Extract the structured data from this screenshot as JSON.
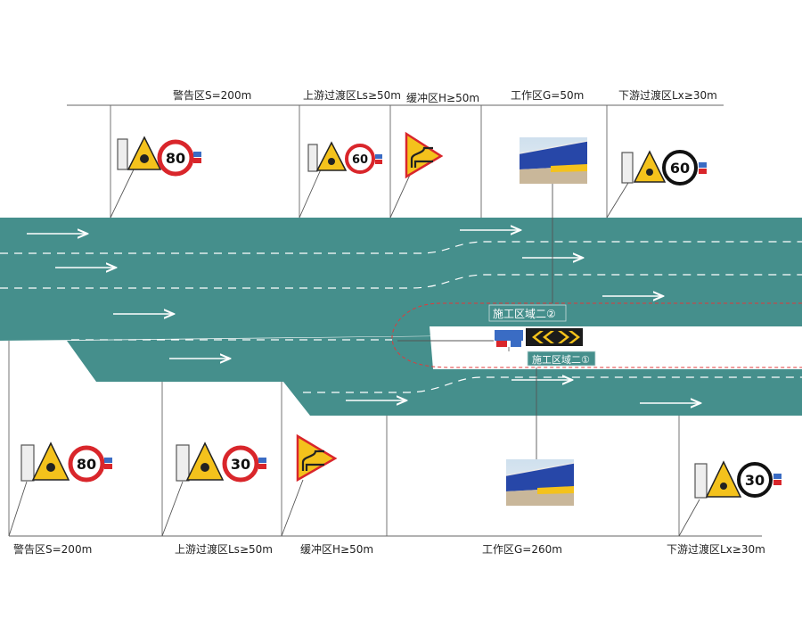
{
  "top_labels": [
    "警告区S=200m",
    "上游过渡区Ls≥50m",
    "缓冲区H≥50m",
    "工作区G=50m",
    "下游过渡区Lx≥30m"
  ],
  "bottom_labels": [
    "警告区S=200m",
    "上游过渡区Ls≥50m",
    "缓冲区H≥50m",
    "工作区G=260m",
    "下游过渡区Lx≥30m"
  ],
  "zones": {
    "zone2": "施工区域二②",
    "zone1": "施工区域二①"
  },
  "signs": {
    "top_speed_1": "80",
    "top_speed_2": "60",
    "top_end_speed": "60",
    "bottom_speed_1": "80",
    "bottom_speed_2": "30",
    "bottom_end_speed": "30"
  },
  "icons": {
    "speed_limit": "speed-limit-sign-icon",
    "construction_warning": "construction-warning-sign-icon",
    "lane_merge": "lane-merge-sign-icon",
    "fence_photo": "construction-fence-icon",
    "chevron_board": "chevron-arrow-board-icon",
    "end_speed": "end-speed-limit-sign-icon"
  },
  "colors": {
    "road": "#458f8c",
    "lane_marking": "#ffffff",
    "dashed_boundary": "#e03a3a",
    "sign_red": "#d9262b",
    "sign_yellow": "#f4c21c"
  }
}
